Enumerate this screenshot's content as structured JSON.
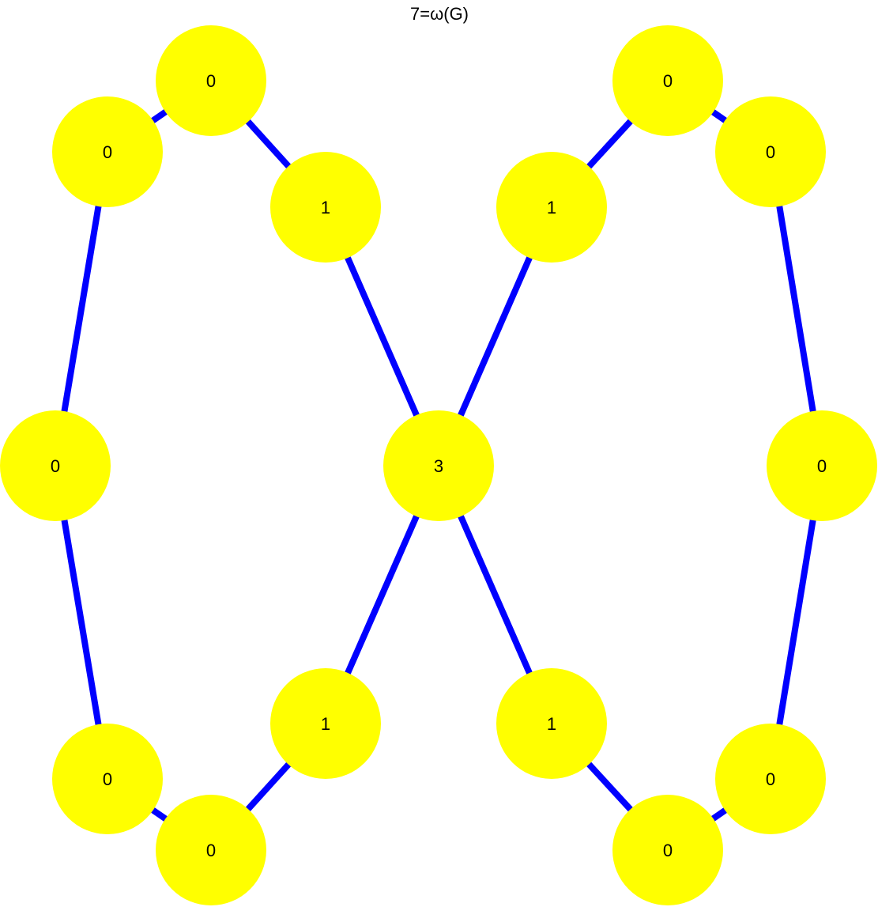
{
  "title": "7=ω(G)",
  "colors": {
    "node_fill": "#ffff00",
    "edge": "#0000ff",
    "label": "#000000",
    "background": "#ffffff"
  },
  "nodes": [
    {
      "id": "top-left-a",
      "label": "0"
    },
    {
      "id": "top-left-b",
      "label": "0"
    },
    {
      "id": "inner-top-left",
      "label": "1"
    },
    {
      "id": "inner-top-right",
      "label": "1"
    },
    {
      "id": "top-right-a",
      "label": "0"
    },
    {
      "id": "top-right-b",
      "label": "0"
    },
    {
      "id": "mid-left",
      "label": "0"
    },
    {
      "id": "center",
      "label": "3"
    },
    {
      "id": "mid-right",
      "label": "0"
    },
    {
      "id": "inner-bottom-left",
      "label": "1"
    },
    {
      "id": "inner-bottom-right",
      "label": "1"
    },
    {
      "id": "bottom-left-a",
      "label": "0"
    },
    {
      "id": "bottom-left-b",
      "label": "0"
    },
    {
      "id": "bottom-right-a",
      "label": "0"
    },
    {
      "id": "bottom-right-b",
      "label": "0"
    }
  ],
  "edges": [
    [
      "top-left-a",
      "top-left-b"
    ],
    [
      "top-left-a",
      "inner-top-left"
    ],
    [
      "top-left-b",
      "mid-left"
    ],
    [
      "inner-top-left",
      "center"
    ],
    [
      "top-right-a",
      "top-right-b"
    ],
    [
      "top-right-a",
      "inner-top-right"
    ],
    [
      "top-right-b",
      "mid-right"
    ],
    [
      "inner-top-right",
      "center"
    ],
    [
      "mid-left",
      "bottom-left-a"
    ],
    [
      "bottom-left-a",
      "bottom-left-b"
    ],
    [
      "bottom-left-b",
      "inner-bottom-left"
    ],
    [
      "inner-bottom-left",
      "center"
    ],
    [
      "mid-right",
      "bottom-right-b"
    ],
    [
      "bottom-right-b",
      "bottom-right-a"
    ],
    [
      "bottom-right-a",
      "inner-bottom-right"
    ],
    [
      "inner-bottom-right",
      "center"
    ]
  ]
}
